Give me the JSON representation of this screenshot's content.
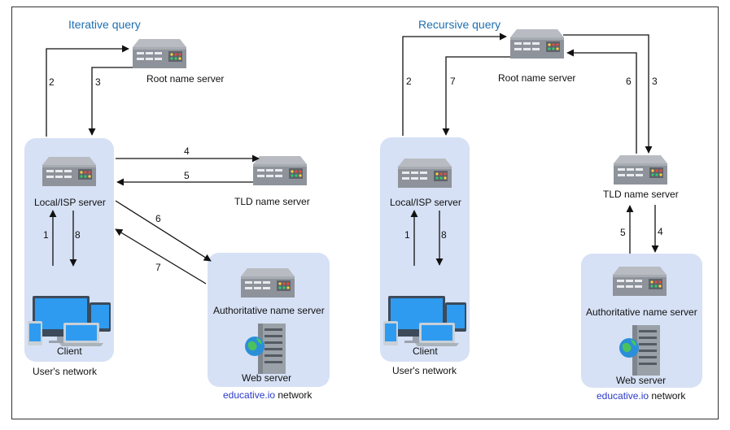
{
  "iterative": {
    "title": "Iterative query",
    "root_label": "Root name server",
    "local_label": "Local/ISP server",
    "tld_label": "TLD name server",
    "auth_label": "Authoritative name server",
    "web_label": "Web server",
    "client_label": "Client",
    "users_network": "User's network",
    "edu_brand": "educative.io",
    "edu_suffix": " network",
    "steps": {
      "s1": "1",
      "s2": "2",
      "s3": "3",
      "s4": "4",
      "s5": "5",
      "s6": "6",
      "s7": "7",
      "s8": "8"
    }
  },
  "recursive": {
    "title": "Recursive query",
    "root_label": "Root name server",
    "local_label": "Local/ISP server",
    "tld_label": "TLD name server",
    "auth_label": "Authoritative name server",
    "web_label": "Web server",
    "client_label": "Client",
    "users_network": "User's network",
    "edu_brand": "educative.io",
    "edu_suffix": " network",
    "steps": {
      "s1": "1",
      "s2": "2",
      "s3": "3",
      "s4": "4",
      "s5": "5",
      "s6": "6",
      "s7": "7",
      "s8": "8"
    }
  },
  "colors": {
    "network_box": "#d6e1f5",
    "title": "#1f6fb2",
    "brand": "#2b39c8",
    "arrow": "#111111"
  },
  "icons": [
    "server-icon",
    "client-devices-icon",
    "web-server-icon"
  ]
}
